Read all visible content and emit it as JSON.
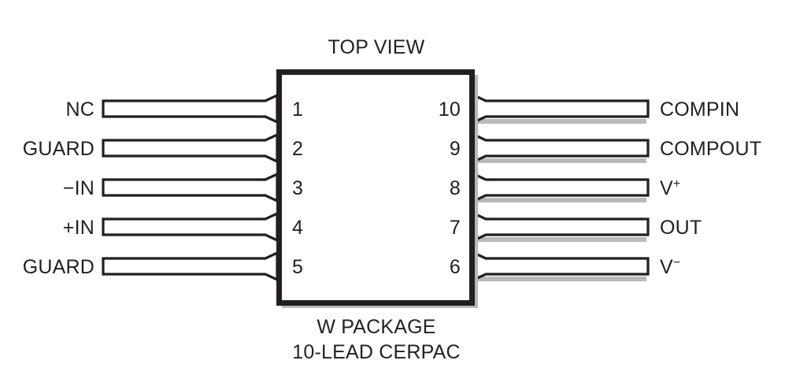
{
  "diagram": {
    "title": "TOP VIEW",
    "caption_line1": "W PACKAGE",
    "caption_line2": "10-LEAD CERPAC",
    "colors": {
      "ink": "#231f20",
      "background": "#ffffff",
      "shadow": "#b9b9bb"
    },
    "package": {
      "lead_count": 10,
      "package_code": "W",
      "package_type": "CERPAC"
    },
    "left_pins": [
      {
        "number": "1",
        "label": "NC"
      },
      {
        "number": "2",
        "label": "GUARD"
      },
      {
        "number": "3",
        "label": "−IN"
      },
      {
        "number": "4",
        "label": "+IN"
      },
      {
        "number": "5",
        "label": "GUARD"
      }
    ],
    "right_pins": [
      {
        "number": "10",
        "label": "COMPIN",
        "sup": ""
      },
      {
        "number": "9",
        "label": "COMPOUT",
        "sup": ""
      },
      {
        "number": "8",
        "label": "V",
        "sup": "+"
      },
      {
        "number": "7",
        "label": "OUT",
        "sup": ""
      },
      {
        "number": "6",
        "label": "V",
        "sup": "−"
      }
    ]
  }
}
